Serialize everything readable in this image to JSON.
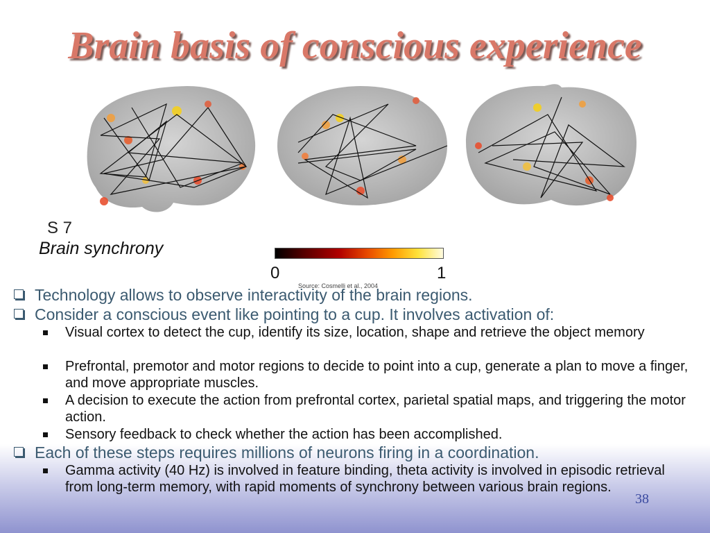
{
  "slide": {
    "title": "Brain basis of conscious experience",
    "subject_label": "S 7",
    "caption": "Brain synchrony",
    "colorbar": {
      "min_label": "0",
      "max_label": "1"
    },
    "source": "Source: Cosmelli et al., 2004",
    "page_number": "38"
  },
  "bullets": [
    {
      "text": "Technology allows to observe interactivity of the brain regions."
    },
    {
      "text": "Consider a conscious event like pointing to a cup.  It involves activation of:"
    },
    {
      "text": "Visual cortex to detect the cup, identify its size, location, shape and retrieve the object memory"
    },
    {
      "text": "Prefrontal, premotor and motor regions to decide to point into a cup, generate a plan to move a finger, and move appropriate muscles."
    },
    {
      "text": "A decision to execute the action from prefrontal cortex, parietal spatial maps, and triggering the motor action."
    },
    {
      "text": "Sensory feedback to check whether the action has been accomplished."
    },
    {
      "text": "Each of these steps requires millions of neurons firing in a coordination."
    },
    {
      "text": "Gamma activity (40 Hz) is involved in feature binding, theta activity is involved in episodic retrieval from long-term memory, with rapid moments of synchrony between various brain regions."
    }
  ]
}
